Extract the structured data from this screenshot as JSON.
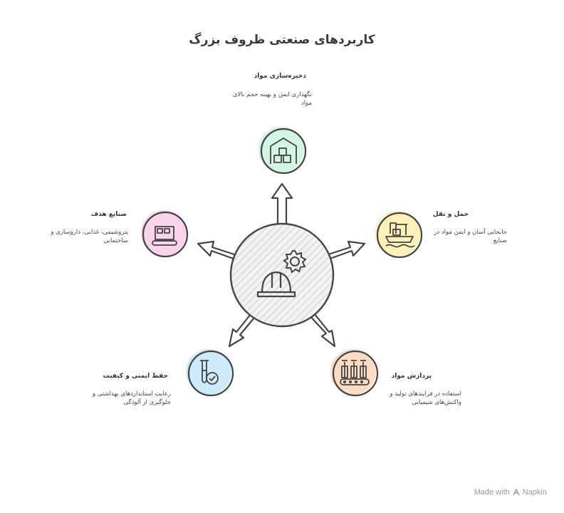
{
  "title": "کاربردهای صنعتی ظروف بزرگ",
  "center": {
    "icons": [
      "gear-icon",
      "hardhat-icon"
    ]
  },
  "items": [
    {
      "id": "storage",
      "title": "ذخیره‌سازی مواد",
      "description": "نگهداری ایمن و بهینه حجم بالای مواد",
      "color": "#c6f3dd",
      "icon": "warehouse-icon"
    },
    {
      "id": "transport",
      "title": "حمل و نقل",
      "description": "جابجایی آسان و ایمن مواد در صنایع",
      "color": "#fdf1b8",
      "icon": "crane-ship-icon"
    },
    {
      "id": "processing",
      "title": "پردازش مواد",
      "description": "استفاده در فرایندهای تولید و واکنش‌های شیمیایی",
      "color": "#fcdcc3",
      "icon": "bottling-conveyor-icon"
    },
    {
      "id": "safety",
      "title": "حفظ ایمنی و کیفیت",
      "description": "رعایت استانداردهای بهداشتی و جلوگیری از آلودگی",
      "color": "#cdebfb",
      "icon": "test-tube-check-icon"
    },
    {
      "id": "industries",
      "title": "صنایع هدف",
      "description": "پتروشیمی، غذایی، داروسازی و ساختمانی",
      "color": "#fbd3ea",
      "icon": "conveyor-box-icon"
    }
  ],
  "watermark": {
    "prefix": "Made with",
    "brand": "Napkin"
  }
}
